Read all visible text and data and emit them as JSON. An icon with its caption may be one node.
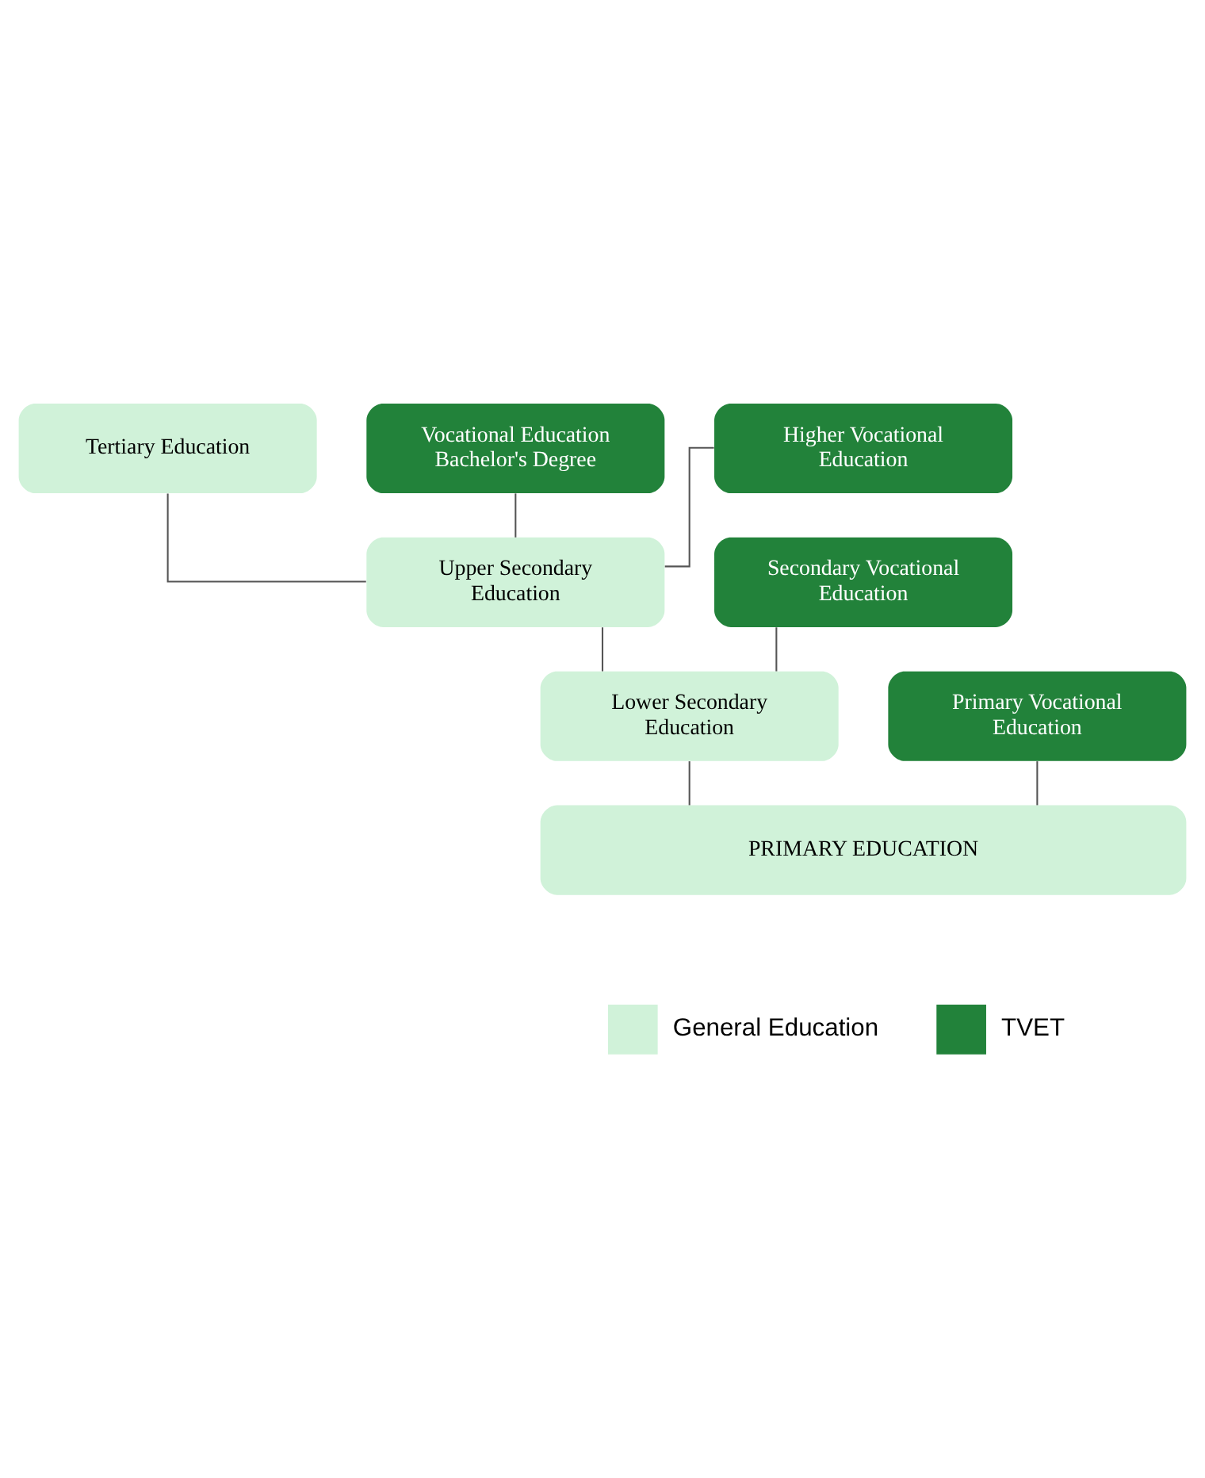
{
  "diagram": {
    "nodes": [
      {
        "text": [
          "Tertiary Education"
        ]
      },
      {
        "text": [
          "Vocational Education Bachelor's Degree"
        ]
      },
      {
        "text": [
          "Higher Vocational Education"
        ]
      },
      {
        "text": [
          "Upper Secondary Education"
        ]
      },
      {
        "text": [
          "Secondary Vocational Education"
        ]
      },
      {
        "text": [
          "Lower Secondary Education"
        ]
      },
      {
        "text": [
          "Primary Vocational Education"
        ]
      },
      {
        "text": [
          "PRIMARY EDUCATION"
        ]
      }
    ],
    "edges": [
      {
        "from": 3,
        "to": 0,
        "arrow": "none"
      },
      {
        "from": 3,
        "to": 1,
        "arrow": "none"
      },
      {
        "from": 3,
        "to": 2,
        "arrow": "none"
      },
      {
        "from": 5,
        "to": 3,
        "arrow": "none"
      },
      {
        "from": 5,
        "to": 4,
        "arrow": "none"
      },
      {
        "from": 7,
        "to": 5,
        "arrow": "none"
      },
      {
        "from": 7,
        "to": 6,
        "arrow": "none"
      }
    ],
    "legend": [
      {
        "text": "General Education",
        "color": "#d0f2d9"
      },
      {
        "text": "TVET",
        "color": "#22823a"
      }
    ]
  }
}
